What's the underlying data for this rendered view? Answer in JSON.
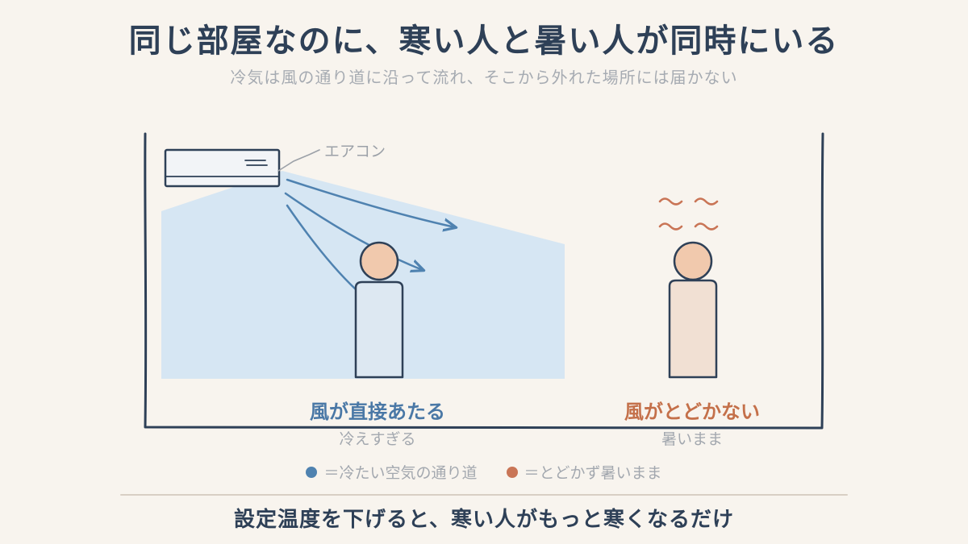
{
  "title": "同じ部屋なのに、寒い人と暑い人が同時にいる",
  "subtitle": "冷気は風の通り道に沿って流れ、そこから外れた場所には届かない",
  "diagram": {
    "ac_label": "エアコン",
    "cold_person": {
      "label": "風が直接あたる",
      "sublabel": "冷えすぎる"
    },
    "hot_person": {
      "label": "風がとどかない",
      "sublabel": "暑いまま"
    }
  },
  "legend": [
    {
      "color": "#4f82b0",
      "text": "＝冷たい空気の通り道"
    },
    {
      "color": "#c97556",
      "text": "＝とどかず暑いまま"
    }
  ],
  "footer": "設定温度を下げると、寒い人がもっと寒くなるだけ",
  "colors": {
    "ink": "#2e4057",
    "cold_zone": "#d6e6f3",
    "arrow": "#4f82b0",
    "heat": "#c97556",
    "skin": "#f1c9ad",
    "cold_body": "#dde8f2",
    "hot_body": "#f1e0d3"
  }
}
